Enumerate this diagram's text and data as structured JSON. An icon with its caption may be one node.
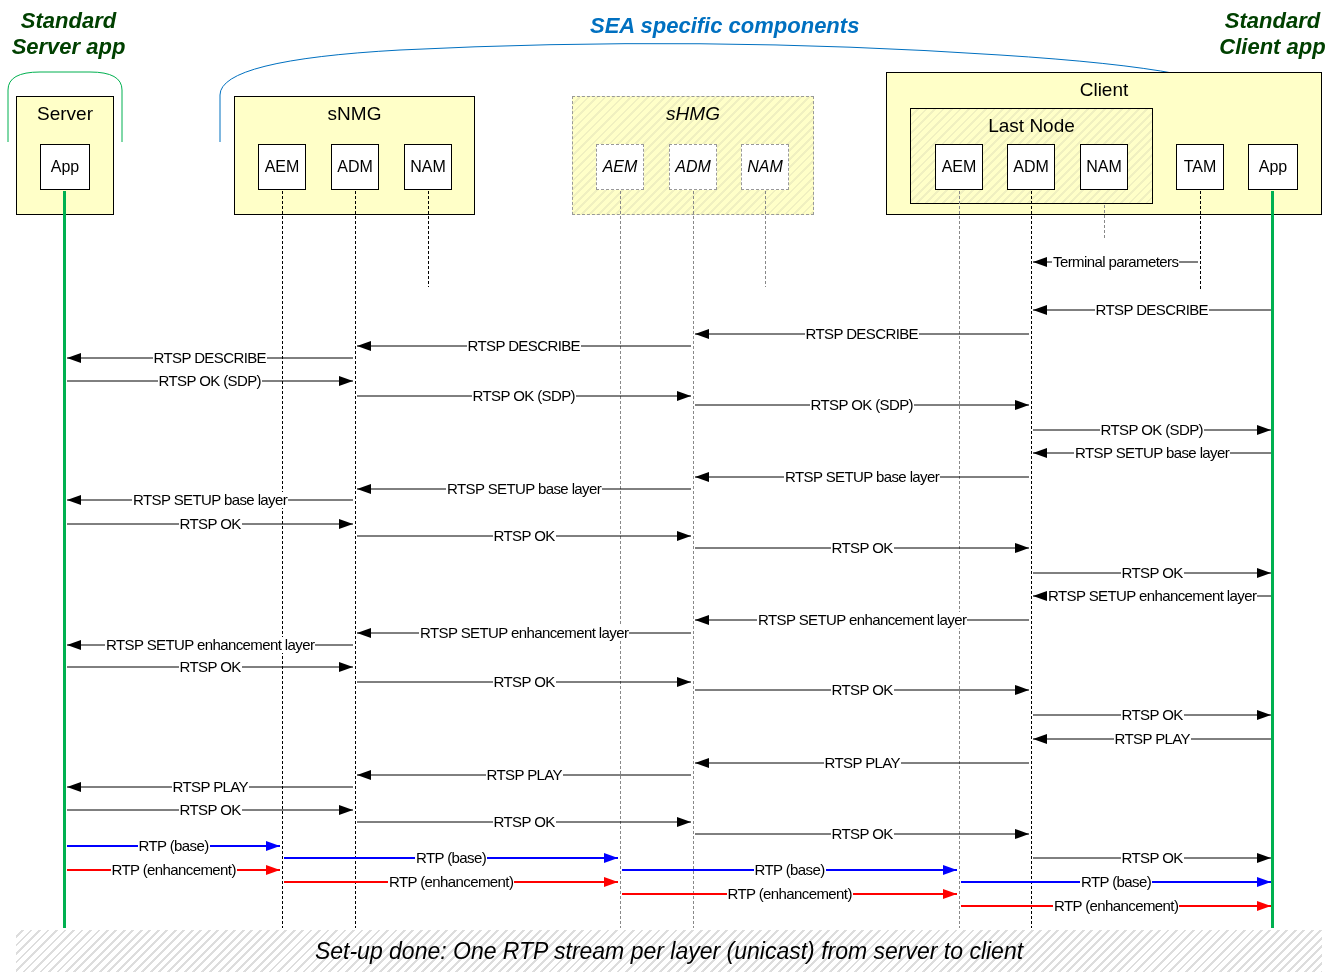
{
  "diagram": {
    "nodes": [
      {
        "text": [
          "Server"
        ]
      },
      {
        "text": [
          "App"
        ],
        "in": 0
      },
      {
        "text": [
          "sNMG"
        ]
      },
      {
        "text": [
          "AEM"
        ],
        "in": 2
      },
      {
        "text": [
          "ADM"
        ],
        "in": 2
      },
      {
        "text": [
          "NAM"
        ],
        "in": 2
      },
      {
        "text": [
          "sHMG"
        ]
      },
      {
        "text": [
          "AEM"
        ],
        "in": 6
      },
      {
        "text": [
          "ADM"
        ],
        "in": 6
      },
      {
        "text": [
          "NAM"
        ],
        "in": 6
      },
      {
        "text": [
          "Client"
        ]
      },
      {
        "text": [
          "Last Node"
        ],
        "in": 10
      },
      {
        "text": [
          "AEM"
        ],
        "in": 11
      },
      {
        "text": [
          "ADM"
        ],
        "in": 11
      },
      {
        "text": [
          "NAM"
        ],
        "in": 11
      },
      {
        "text": [
          "TAM"
        ],
        "in": 10
      },
      {
        "text": [
          "App"
        ],
        "in": 10
      },
      {
        "text": [
          "Set-up done: One RTP stream per layer (unicast) from server to client"
        ]
      },
      {
        "text": [],
        "shape": "line"
      },
      {
        "text": [],
        "shape": "line"
      },
      {
        "text": [],
        "shape": "line"
      },
      {
        "text": [],
        "shape": "line"
      },
      {
        "text": [],
        "shape": "line"
      },
      {
        "text": [],
        "shape": "line"
      },
      {
        "text": [],
        "shape": "line"
      },
      {
        "text": [],
        "shape": "line"
      },
      {
        "text": [],
        "shape": "line"
      },
      {
        "text": [],
        "shape": "line"
      },
      {
        "text": [],
        "shape": "line"
      },
      {
        "text": [],
        "shape": "line"
      }
    ],
    "edges": [
      {
        "from": 28,
        "to": 26,
        "arrow": "to",
        "label": "Terminal parameters"
      },
      {
        "from": 29,
        "to": 26,
        "arrow": "to",
        "label": "RTSP DESCRIBE"
      },
      {
        "from": 26,
        "to": 23,
        "arrow": "to",
        "label": "RTSP DESCRIBE"
      },
      {
        "from": 23,
        "to": 20,
        "arrow": "to",
        "label": "RTSP DESCRIBE"
      },
      {
        "from": 20,
        "to": 18,
        "arrow": "to",
        "label": "RTSP DESCRIBE"
      },
      {
        "from": 18,
        "to": 20,
        "arrow": "to",
        "label": "RTSP OK (SDP)"
      },
      {
        "from": 20,
        "to": 23,
        "arrow": "to",
        "label": "RTSP OK (SDP)"
      },
      {
        "from": 23,
        "to": 26,
        "arrow": "to",
        "label": "RTSP OK (SDP)"
      },
      {
        "from": 26,
        "to": 29,
        "arrow": "to",
        "label": "RTSP OK (SDP)"
      },
      {
        "from": 29,
        "to": 26,
        "arrow": "to",
        "label": "RTSP SETUP base layer"
      },
      {
        "from": 26,
        "to": 23,
        "arrow": "to",
        "label": "RTSP SETUP base layer"
      },
      {
        "from": 23,
        "to": 20,
        "arrow": "to",
        "label": "RTSP SETUP base layer"
      },
      {
        "from": 20,
        "to": 18,
        "arrow": "to",
        "label": "RTSP SETUP base layer"
      },
      {
        "from": 18,
        "to": 20,
        "arrow": "to",
        "label": "RTSP OK"
      },
      {
        "from": 20,
        "to": 23,
        "arrow": "to",
        "label": "RTSP OK"
      },
      {
        "from": 23,
        "to": 26,
        "arrow": "to",
        "label": "RTSP OK"
      },
      {
        "from": 26,
        "to": 29,
        "arrow": "to",
        "label": "RTSP OK"
      },
      {
        "from": 29,
        "to": 26,
        "arrow": "to",
        "label": "RTSP SETUP enhancement layer"
      },
      {
        "from": 26,
        "to": 23,
        "arrow": "to",
        "label": "RTSP SETUP enhancement layer"
      },
      {
        "from": 23,
        "to": 20,
        "arrow": "to",
        "label": "RTSP SETUP enhancement layer"
      },
      {
        "from": 20,
        "to": 18,
        "arrow": "to",
        "label": "RTSP SETUP enhancement layer"
      },
      {
        "from": 18,
        "to": 20,
        "arrow": "to",
        "label": "RTSP OK"
      },
      {
        "from": 20,
        "to": 23,
        "arrow": "to",
        "label": "RTSP OK"
      },
      {
        "from": 23,
        "to": 26,
        "arrow": "to",
        "label": "RTSP OK"
      },
      {
        "from": 26,
        "to": 29,
        "arrow": "to",
        "label": "RTSP OK"
      },
      {
        "from": 29,
        "to": 26,
        "arrow": "to",
        "label": "RTSP PLAY"
      },
      {
        "from": 26,
        "to": 23,
        "arrow": "to",
        "label": "RTSP PLAY"
      },
      {
        "from": 23,
        "to": 20,
        "arrow": "to",
        "label": "RTSP PLAY"
      },
      {
        "from": 20,
        "to": 18,
        "arrow": "to",
        "label": "RTSP PLAY"
      },
      {
        "from": 18,
        "to": 20,
        "arrow": "to",
        "label": "RTSP OK"
      },
      {
        "from": 20,
        "to": 23,
        "arrow": "to",
        "label": "RTSP OK"
      },
      {
        "from": 23,
        "to": 26,
        "arrow": "to",
        "label": "RTSP OK"
      },
      {
        "from": 26,
        "to": 29,
        "arrow": "to",
        "label": "RTSP OK"
      },
      {
        "from": 18,
        "to": 19,
        "arrow": "to",
        "label": "RTP (base)",
        "color": "#0000ff"
      },
      {
        "from": 18,
        "to": 19,
        "arrow": "to",
        "label": "RTP (enhancement)",
        "color": "#ff0000"
      },
      {
        "from": 19,
        "to": 22,
        "arrow": "to",
        "label": "RTP (base)",
        "color": "#0000ff"
      },
      {
        "from": 19,
        "to": 22,
        "arrow": "to",
        "label": "RTP (enhancement)",
        "color": "#ff0000"
      },
      {
        "from": 22,
        "to": 25,
        "arrow": "to",
        "label": "RTP (base)",
        "color": "#0000ff"
      },
      {
        "from": 22,
        "to": 25,
        "arrow": "to",
        "label": "RTP (enhancement)",
        "color": "#ff0000"
      },
      {
        "from": 25,
        "to": 29,
        "arrow": "to",
        "label": "RTP (base)",
        "color": "#0000ff"
      },
      {
        "from": 25,
        "to": 29,
        "arrow": "to",
        "label": "RTP (enhancement)",
        "color": "#ff0000"
      }
    ],
    "labels": [
      "Standard Server app",
      "SEA specific components",
      "Standard Client app"
    ]
  }
}
